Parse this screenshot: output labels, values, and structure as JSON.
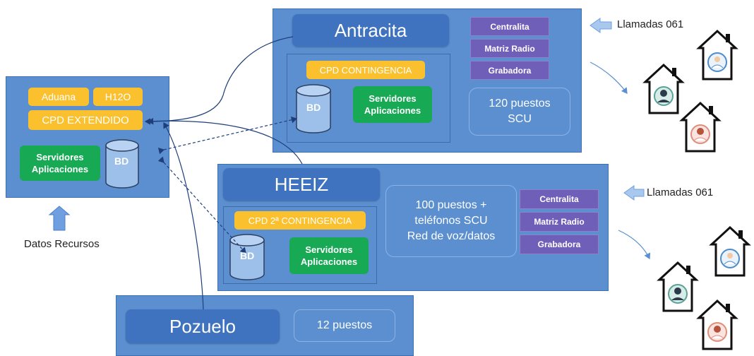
{
  "left_site": {
    "aduana": "Aduana",
    "h12o": "H12O",
    "cpd": "CPD EXTENDIDO",
    "servers": "Servidores Aplicaciones",
    "bd": "BD"
  },
  "datos_recursos": "Datos Recursos",
  "antracita": {
    "title": "Antracita",
    "cpd": "CPD CONTINGENCIA",
    "bd": "BD",
    "servers": "Servidores Aplicaciones",
    "centralita": "Centralita",
    "matriz": "Matriz Radio",
    "grabadora": "Grabadora",
    "puestos_line1": "120 puestos",
    "puestos_line2": "SCU"
  },
  "heeiz": {
    "title": "HEEIZ",
    "cpd": "CPD 2ª CONTINGENCIA",
    "bd": "BD",
    "servers": "Servidores Aplicaciones",
    "puestos_line1": "100 puestos +",
    "puestos_line2": "teléfonos SCU",
    "puestos_line3": "Red de voz/datos",
    "centralita": "Centralita",
    "matriz": "Matriz Radio",
    "grabadora": "Grabadora"
  },
  "pozuelo": {
    "title": "Pozuelo",
    "puestos": "12 puestos"
  },
  "llamadas_top": "Llamadas 061",
  "llamadas_bottom": "Llamadas 061",
  "colors": {
    "site_blue": "#5b8fd0",
    "title_blue": "#3f73bf",
    "cpd_yellow": "#fbc02d",
    "server_green": "#18a955",
    "equipment_purple": "#6f5fb8",
    "db_fill": "#9dc0ea",
    "arrow_blue": "#a9c8ee"
  }
}
